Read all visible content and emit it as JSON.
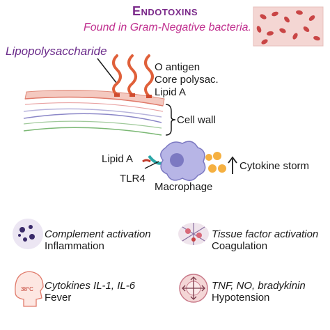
{
  "header": {
    "title": "Endotoxins",
    "subtitle": "Found in Gram-Negative bacteria."
  },
  "structure": {
    "lps_label": "Lipopolysaccharide",
    "o_antigen": "O antigen",
    "core": "Core polysac.",
    "lipid_a": "Lipid A",
    "cell_wall": "Cell wall"
  },
  "immune": {
    "lipid_a": "Lipid A",
    "tlr4": "TLR4",
    "macrophage": "Macrophage",
    "cytokine_storm": "Cytokine storm"
  },
  "effects": [
    {
      "title": "Complement activation",
      "subtitle": "Inflammation",
      "icon": "complement-icon"
    },
    {
      "title": "Tissue factor activation",
      "subtitle": "Coagulation",
      "icon": "platelet-icon"
    },
    {
      "title": "Cytokines IL-1, IL-6",
      "subtitle": "Fever",
      "icon": "fever-head-icon",
      "icon_text": "38°C"
    },
    {
      "title": "TNF, NO, bradykinin",
      "subtitle": "Hypotension",
      "icon": "vessel-dilation-icon"
    }
  ],
  "colors": {
    "title": "#7b2a8a",
    "subtitle": "#c0308f",
    "lps_chain": "#e0603a",
    "macrophage": "#a9a7e0",
    "cytokine": "#f5b041"
  }
}
